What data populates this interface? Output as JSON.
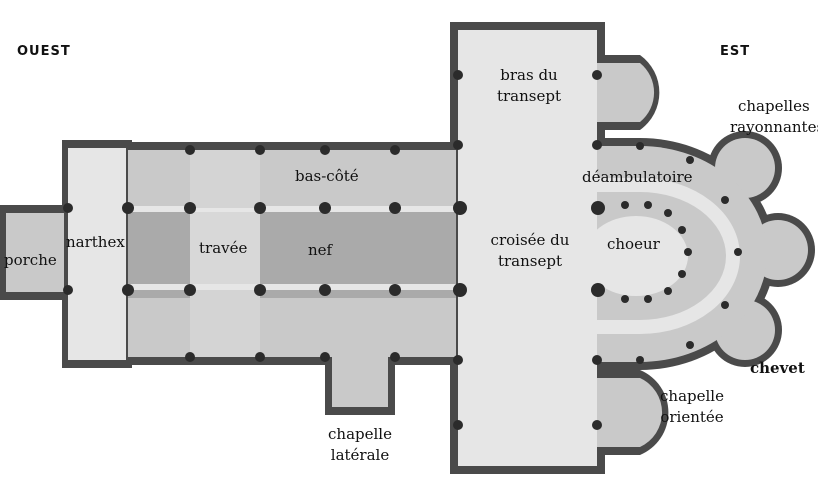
{
  "directions": {
    "west": "OUEST",
    "east": "EST"
  },
  "labels": {
    "porche": "porche",
    "narthex": "narthex",
    "travee": "travée",
    "nef": "nef",
    "bas_cote": "bas-côté",
    "bras_line1": "bras du",
    "bras_line2": "transept",
    "croisee_line1": "croisée du",
    "croisee_line2": "transept",
    "deambulatoire": "déambulatoire",
    "choeur": "choeur",
    "chapelles_line1": "chapelles",
    "chapelles_line2": "rayonnantes",
    "chevet": "chevet",
    "orientee_line1": "chapelle",
    "orientee_line2": "orientée",
    "laterale_line1": "chapelle",
    "laterale_line2": "latérale"
  },
  "colors": {
    "wall": "#4a4a4a",
    "light": "#e6e6e6",
    "aisle": "#c9c9c9",
    "nave": "#aaaaaa",
    "pillar": "#2b2b2b"
  }
}
